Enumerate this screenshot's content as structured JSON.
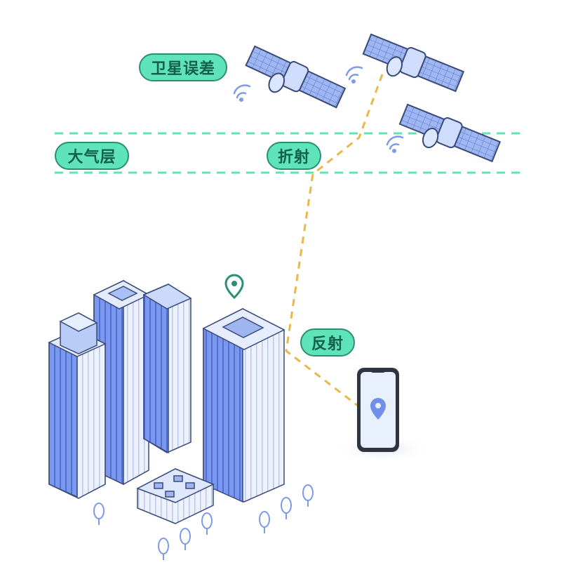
{
  "labels": {
    "satellite_error": "卫星误差",
    "atmosphere": "大气层",
    "refraction": "折射",
    "reflection": "反射"
  },
  "colors": {
    "pill_fill": "#5fe3b8",
    "pill_border": "#2b8f72",
    "pill_text": "#12604b",
    "signal_path": "#e9b84a",
    "atmosphere_line": "#5fe3b8",
    "building_blue": "#6f8fe8",
    "building_light": "#dde6fb",
    "outline": "#3a4a7a"
  },
  "icons": [
    "satellite-icon",
    "wifi-signal-icon",
    "location-pin-icon",
    "smartphone-icon",
    "tree-icon"
  ]
}
